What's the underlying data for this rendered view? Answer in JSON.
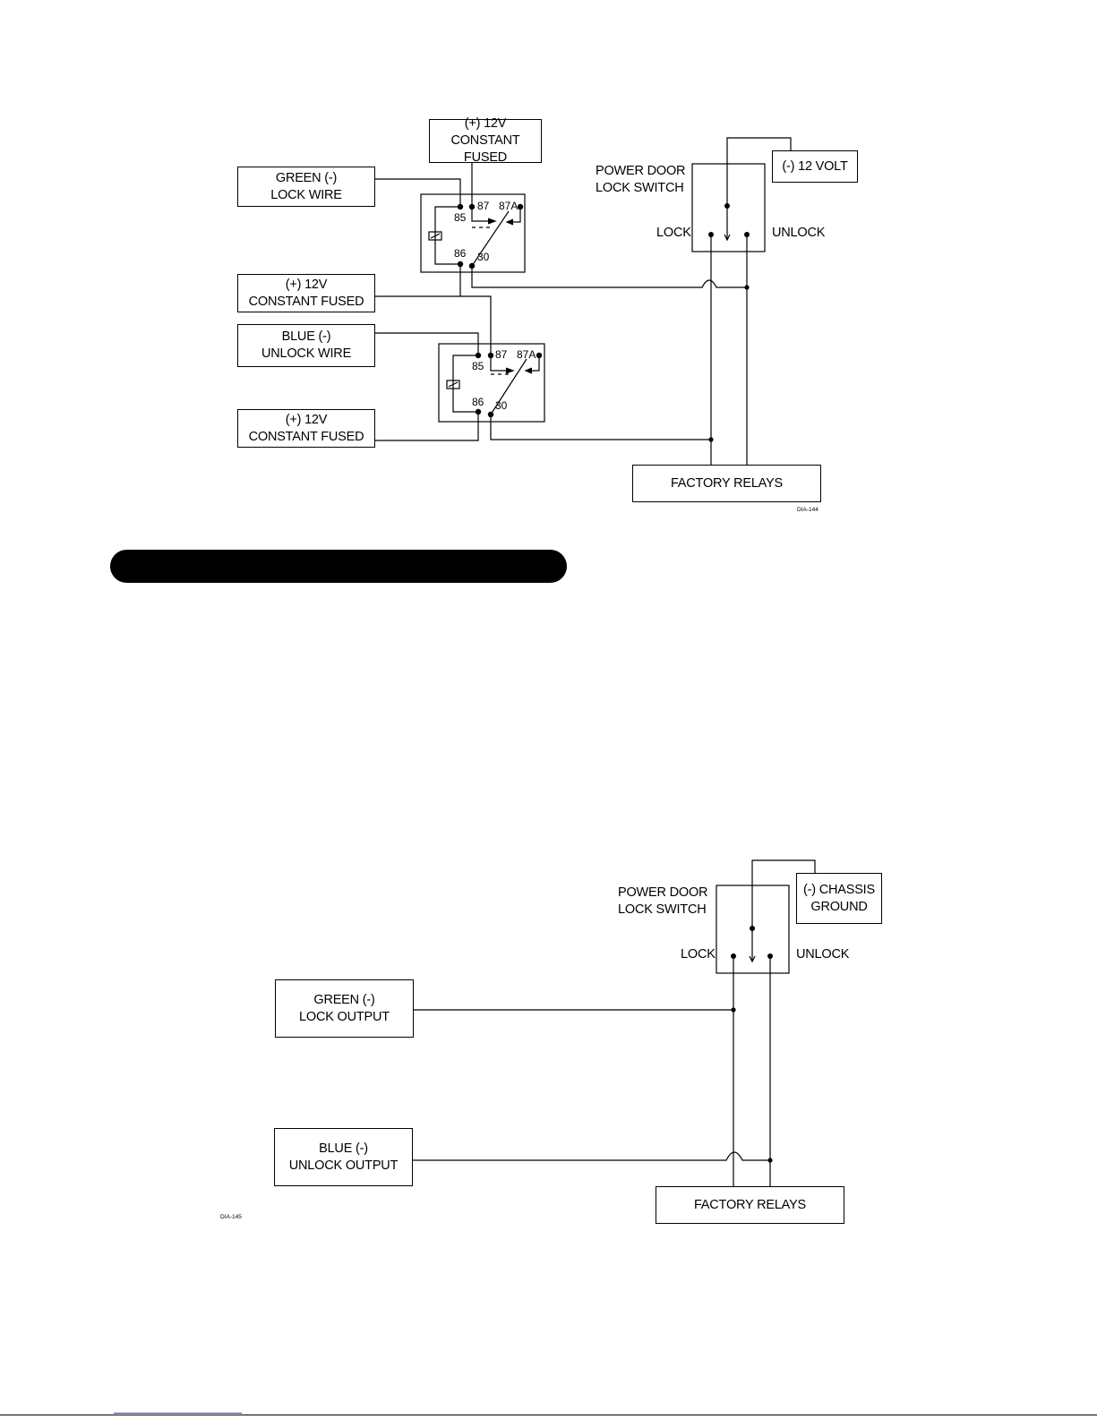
{
  "diagram1": {
    "power_top": {
      "line1": "(+) 12V",
      "line2": "CONSTANT FUSED"
    },
    "green_lock_wire": {
      "line1": "GREEN (-)",
      "line2": "LOCK WIRE"
    },
    "power_mid": {
      "line1": "(+) 12V",
      "line2": "CONSTANT FUSED"
    },
    "blue_unlock_wire": {
      "line1": "BLUE (-)",
      "line2": "UNLOCK WIRE"
    },
    "power_bottom": {
      "line1": "(+) 12V",
      "line2": "CONSTANT FUSED"
    },
    "relay_pins": {
      "p87": "87",
      "p87a": "87A",
      "p85": "85",
      "p86": "86",
      "p30": "30"
    },
    "switch_label": {
      "line1": "POWER DOOR",
      "line2": "LOCK SWITCH"
    },
    "neg_12v": "(-) 12 VOLT",
    "lock": "LOCK",
    "unlock": "UNLOCK",
    "factory_relays": "FACTORY RELAYS",
    "code": "DIA-144"
  },
  "diagram2": {
    "switch_label": {
      "line1": "POWER DOOR",
      "line2": "LOCK SWITCH"
    },
    "chassis_ground": {
      "line1": "(-) CHASSIS",
      "line2": "GROUND"
    },
    "lock": "LOCK",
    "unlock": "UNLOCK",
    "green_lock_output": {
      "line1": "GREEN (-)",
      "line2": "LOCK OUTPUT"
    },
    "blue_unlock_output": {
      "line1": "BLUE (-)",
      "line2": "UNLOCK OUTPUT"
    },
    "factory_relays": "FACTORY RELAYS",
    "code": "DIA-145"
  },
  "section_band": {
    "color": "#000000"
  }
}
